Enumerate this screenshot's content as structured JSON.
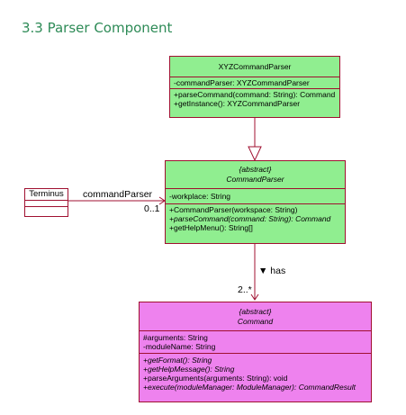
{
  "heading": "3.3 Parser Component",
  "xyz_parser": {
    "name": "XYZCommandParser",
    "attributes": [
      "-commandParser: XYZCommandParser"
    ],
    "methods": [
      "+parseCommand(command: String): Command",
      "+getInstance(): XYZCommandParser"
    ]
  },
  "command_parser": {
    "stereotype": "{abstract}",
    "name": "CommandParser",
    "attributes": [
      "-workplace: String"
    ],
    "methods": [
      "+CommandParser(workspace: String)",
      "+parseCommand(command: String): Command",
      "+getHelpMenu(): String[]"
    ]
  },
  "command": {
    "stereotype": "{abstract}",
    "name": "Command",
    "attributes": [
      "#arguments: String",
      "-moduleName: String"
    ],
    "methods": [
      "+getFormat(): String",
      "+getHelpMessage(): String",
      "+parseArguments(arguments: String): void",
      "+execute(moduleManager: ModuleManager): CommandResult"
    ]
  },
  "terminus": {
    "name": "Terminus"
  },
  "edges": {
    "terminus_to_parser_label": "commandParser",
    "terminus_to_parser_multiplicity": "0..1",
    "parser_to_command_label": "▼ has",
    "parser_to_command_multiplicity": "2..*"
  }
}
